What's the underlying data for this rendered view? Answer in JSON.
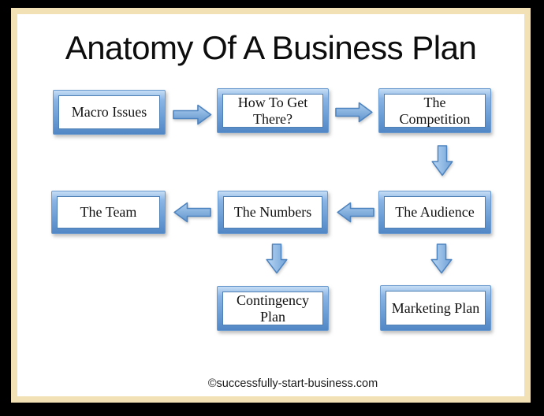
{
  "diagram": {
    "title": "Anatomy Of A Business Plan",
    "attribution": "©successfully-start-business.com",
    "nodes": [
      {
        "label": "Macro Issues"
      },
      {
        "label": "How To Get There?"
      },
      {
        "label": "The Competition"
      },
      {
        "label": "The Team"
      },
      {
        "label": "The Numbers"
      },
      {
        "label": "The Audience"
      },
      {
        "label": "Contingency Plan"
      },
      {
        "label": "Marketing Plan"
      }
    ],
    "edges": [
      {
        "from": "Macro Issues",
        "to": "How To Get There?",
        "direction": "right"
      },
      {
        "from": "How To Get There?",
        "to": "The Competition",
        "direction": "right"
      },
      {
        "from": "The Competition",
        "to": "The Audience",
        "direction": "down"
      },
      {
        "from": "The Audience",
        "to": "The Numbers",
        "direction": "left"
      },
      {
        "from": "The Numbers",
        "to": "The Team",
        "direction": "left"
      },
      {
        "from": "The Numbers",
        "to": "Contingency Plan",
        "direction": "down"
      },
      {
        "from": "The Audience",
        "to": "Marketing Plan",
        "direction": "down"
      }
    ],
    "colors": {
      "frame_border": "#000000",
      "frame_mat": "#f3e1b6",
      "canvas_background": "#ffffff",
      "node_frame_top": "#c6ddf5",
      "node_frame_bottom": "#5287c6",
      "node_inner_border": "#4d7fb5",
      "arrow_fill_light": "#aecfef",
      "arrow_fill_dark": "#5e92cc",
      "arrow_outline": "#4e84c0",
      "title_text": "#0d0d0d",
      "node_text": "#111111"
    }
  }
}
